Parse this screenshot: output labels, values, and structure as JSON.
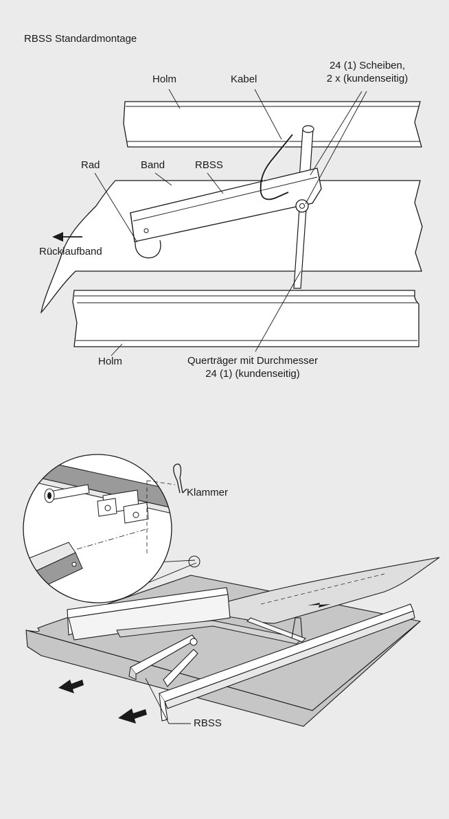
{
  "title": "RBSS Standardmontage",
  "labels": {
    "holm_top": "Holm",
    "kabel": "Kabel",
    "scheiben_line1": "24 (1) Scheiben,",
    "scheiben_line2": "2 x (kundenseitig)",
    "rad": "Rad",
    "band": "Band",
    "rbss_top": "RBSS",
    "ruecklaufband": "Rücklaufband",
    "holm_bottom": "Holm",
    "quertraeger_line1": "Querträger mit Durchmesser",
    "quertraeger_line2": "24 (1) (kundenseitig)",
    "klammer": "Klammer",
    "rbss_bottom": "RBSS"
  },
  "colors": {
    "background": "#ebebeb",
    "line": "#1a1a1a",
    "part_fill": "#ffffff",
    "shade": "#9a9a9a"
  }
}
